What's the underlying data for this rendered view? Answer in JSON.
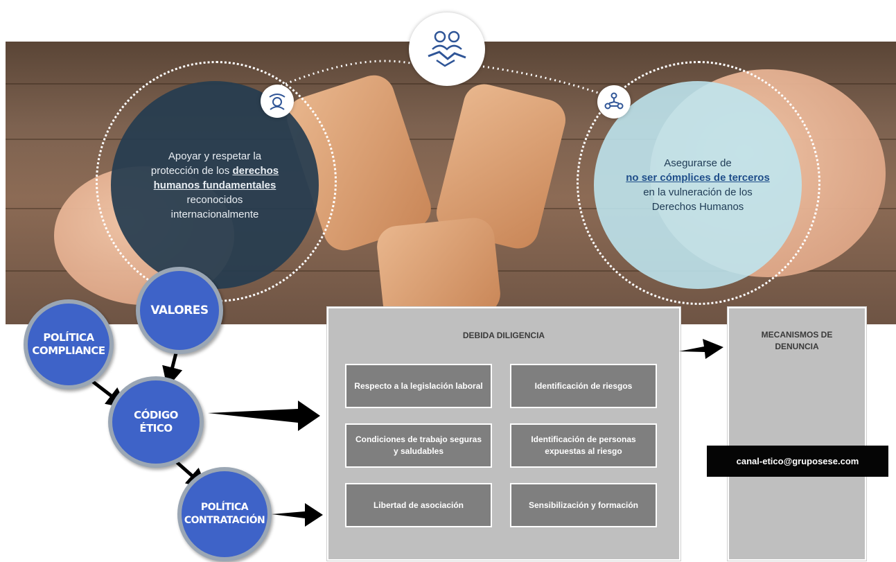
{
  "bubbles": {
    "left": {
      "line1": "Apoyar y respetar la",
      "line2_pre": "protección de los ",
      "line2_em": "derechos",
      "line3_em": "humanos  fundamentales",
      "line4": "reconocidos",
      "line5": "internacionalmente"
    },
    "right": {
      "line1": "Asegurarse de",
      "line2_em": "no ser cómplices de terceros",
      "line3": "en la vulneración  de los",
      "line4": "Derechos  Humanos"
    }
  },
  "icons": {
    "top": "handshake-people-icon",
    "left": "person-care-icon",
    "right": "network-people-icon"
  },
  "nodes": {
    "valores": "VALORES",
    "politica_compliance": [
      "POLÍTICA",
      "COMPLIANCE"
    ],
    "codigo_etico": [
      "CÓDIGO",
      "ÉTICO"
    ],
    "politica_contratacion": [
      "POLÍTICA",
      "CONTRATACIÓN"
    ]
  },
  "debida_diligencia": {
    "title": "DEBIDA DILIGENCIA",
    "items": [
      "Respecto a la legislación laboral",
      "Identificación de riesgos",
      "Condiciones de trabajo seguras y saludables",
      "Identificación de personas expuestas al riesgo",
      "Libertad de asociación",
      "Sensibilización y formación"
    ]
  },
  "mecanismos": {
    "title_line1": "MECANISMOS DE",
    "title_line2": "DENUNCIA",
    "email": "canal-etico@gruposese.com"
  },
  "colors": {
    "node_blue": "#3e63c8",
    "node_ring": "#9aa6b4",
    "panel_gray": "#bfbfbf",
    "cell_gray": "#7f7f7f",
    "bubble_dark": "#263c50",
    "bubble_light": "#bee6f0"
  }
}
